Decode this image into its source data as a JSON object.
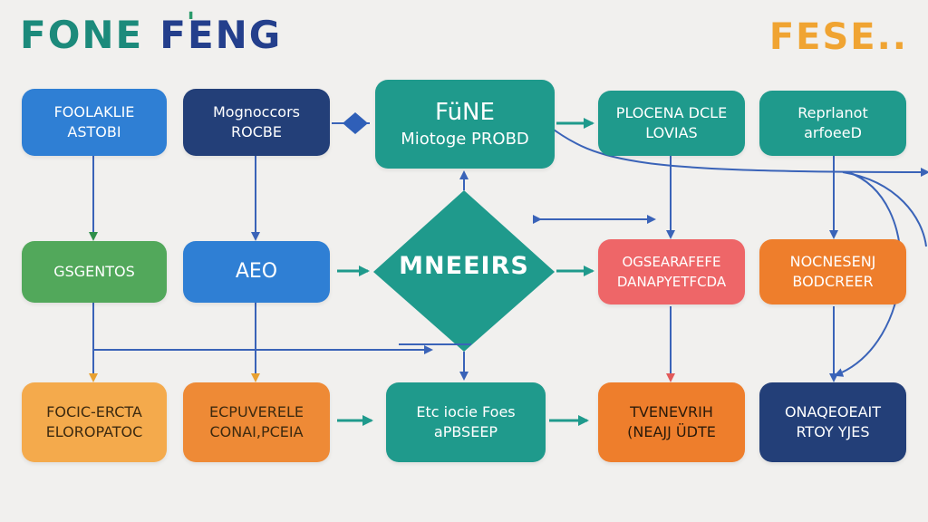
{
  "header": {
    "logo_part1": "FONE",
    "logo_mark": "'",
    "logo_part2": "FENG",
    "badge": "FESE.."
  },
  "colors": {
    "blue": "#2f7fd4",
    "navy": "#233f78",
    "teal": "#1f9a8c",
    "green": "#52a85b",
    "red": "#ee6668",
    "orange": "#ee7e2c",
    "light_orange": "#f4aa4c",
    "wire": "#3a63b8"
  },
  "nodes": {
    "r1c1": {
      "line1": "FOOLAKLIE",
      "line2": "ASTOBI"
    },
    "r1c2": {
      "line1": "Mognoccors",
      "line2": "ROCBE"
    },
    "center_top": {
      "line1": "FüNE",
      "line2": "Miotoge PROBD"
    },
    "r1c4": {
      "line1": "PLOCENA DCLE",
      "line2": "LOVIAS"
    },
    "r1c5": {
      "line1": "Reprlanot",
      "line2": "arfoeeD"
    },
    "r2c1": {
      "line1": "GSGENTOS"
    },
    "r2c2": {
      "line1": "AEO"
    },
    "diamond": {
      "line1": "MNEEIRS"
    },
    "r2c4": {
      "line1": "OGSEARAFEFE",
      "line2": "DANAPYETFCDA"
    },
    "r2c5": {
      "line1": "NOCNESENJ",
      "line2": "BODCREER"
    },
    "r3c1": {
      "line1": "FOCIC-ERCTA",
      "line2": "ELOROPATOC"
    },
    "r3c2": {
      "line1": "ECPUVERELE",
      "line2": "CONAI,PCEIA"
    },
    "r3c3": {
      "line1": "Etc iocie Foes",
      "line2": "aPBSEEP"
    },
    "r3c4": {
      "line1": "TVENEVRIH",
      "line2": "(NEAJJ ÜDTE"
    },
    "r3c5": {
      "line1": "ONAQEOEAIT",
      "line2": "RTOY YJES"
    }
  }
}
